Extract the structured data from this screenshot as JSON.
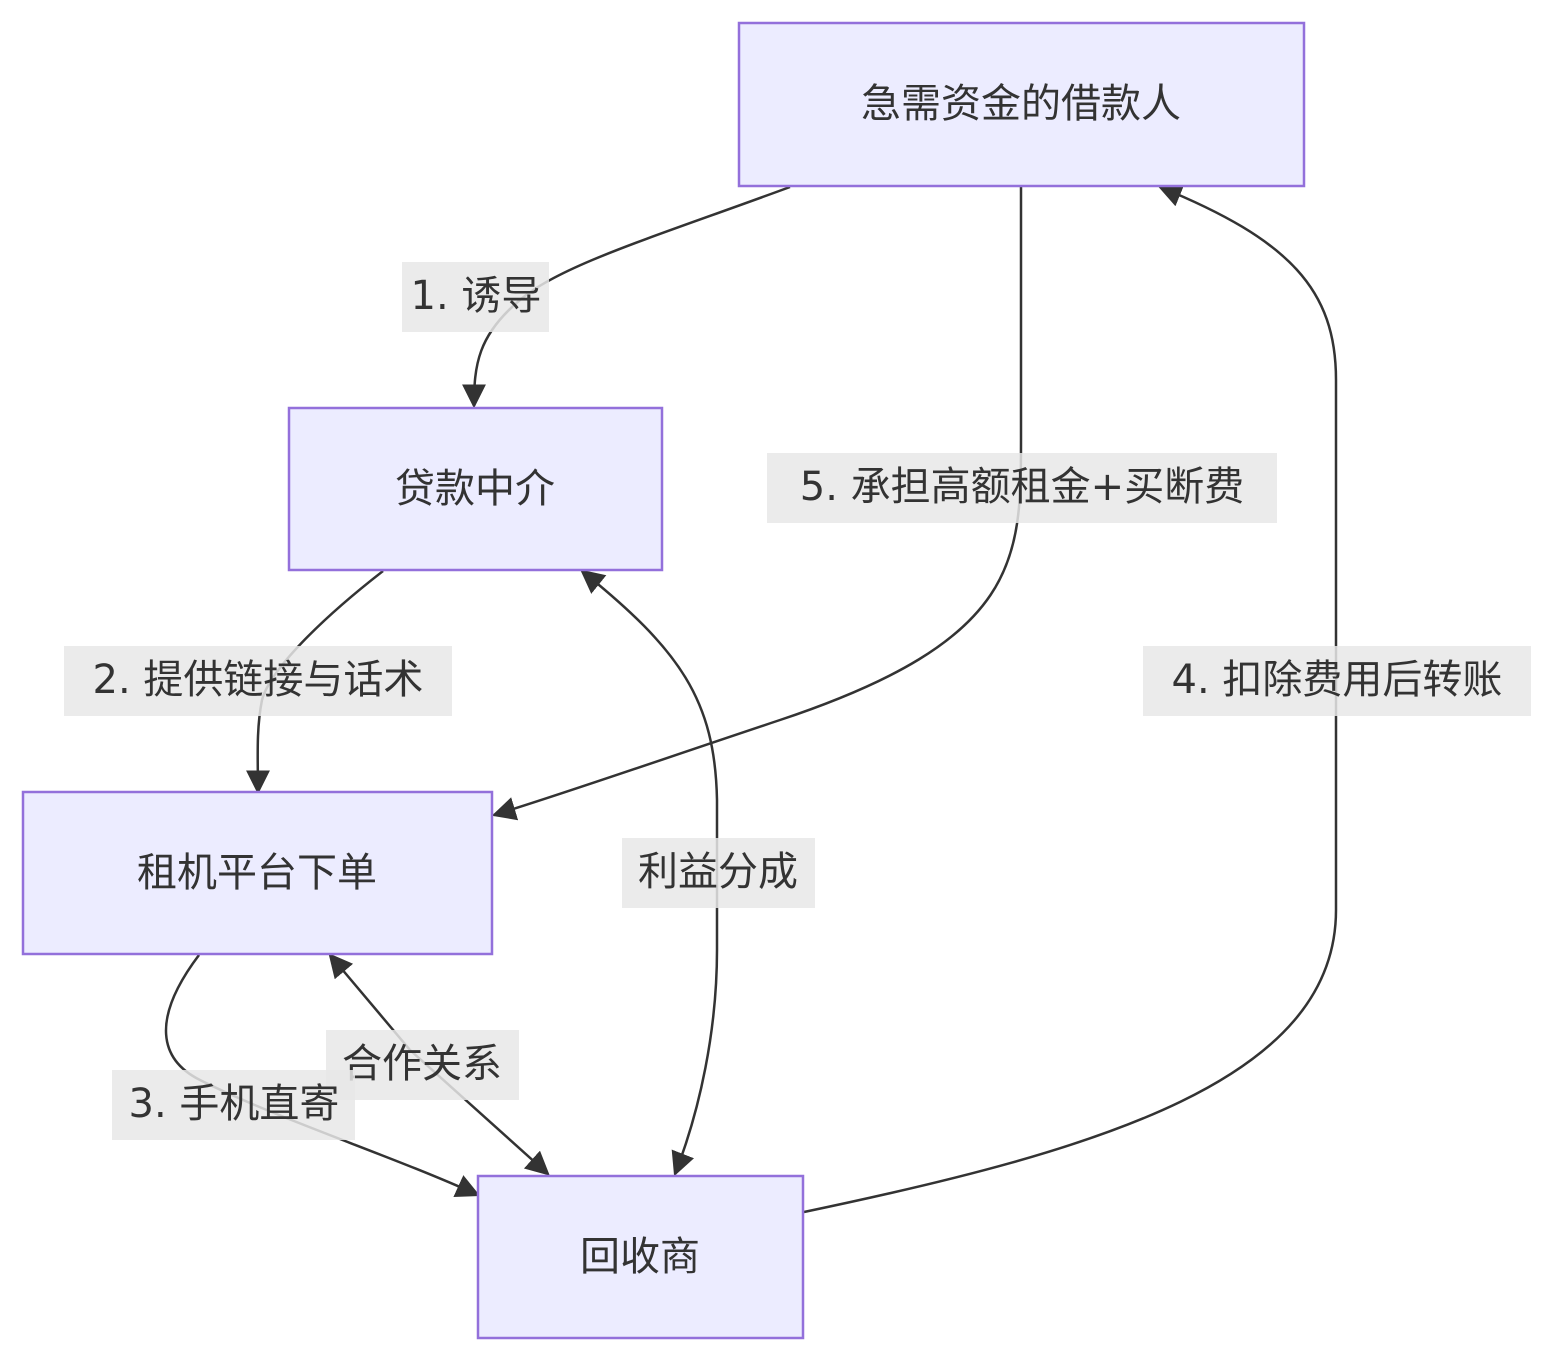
{
  "nodes": {
    "borrower": "急需资金的借款人",
    "agent": "贷款中介",
    "platform": "租机平台下单",
    "recycler": "回收商"
  },
  "edges": {
    "induce": "1. 诱导",
    "provide_link": "2. 提供链接与话术",
    "ship_phone": "3. 手机直寄",
    "transfer": "4. 扣除费用后转账",
    "bear_rent": "5. 承担高额租金+买断费",
    "profit_share": "利益分成",
    "cooperation": "合作关系"
  },
  "colors": {
    "node_fill": "#ececff",
    "node_border": "#9370db",
    "edge": "#333333",
    "label_bg": "#e8e8e8",
    "text": "#333333"
  }
}
